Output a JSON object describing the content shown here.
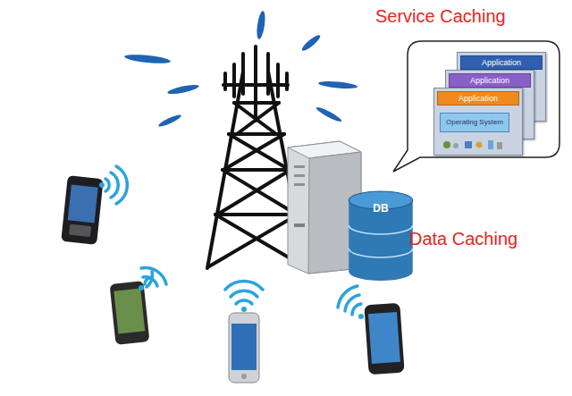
{
  "diagram": {
    "nodes": [
      {
        "text": [
          "Application"
        ]
      },
      {
        "text": [
          "Application"
        ]
      },
      {
        "text": [
          "Application"
        ]
      },
      {
        "text": [
          "Operating System"
        ],
        "in": 2
      },
      {
        "text": [
          "DB"
        ]
      }
    ],
    "labels": [
      "Service Caching",
      "Data Caching"
    ]
  }
}
